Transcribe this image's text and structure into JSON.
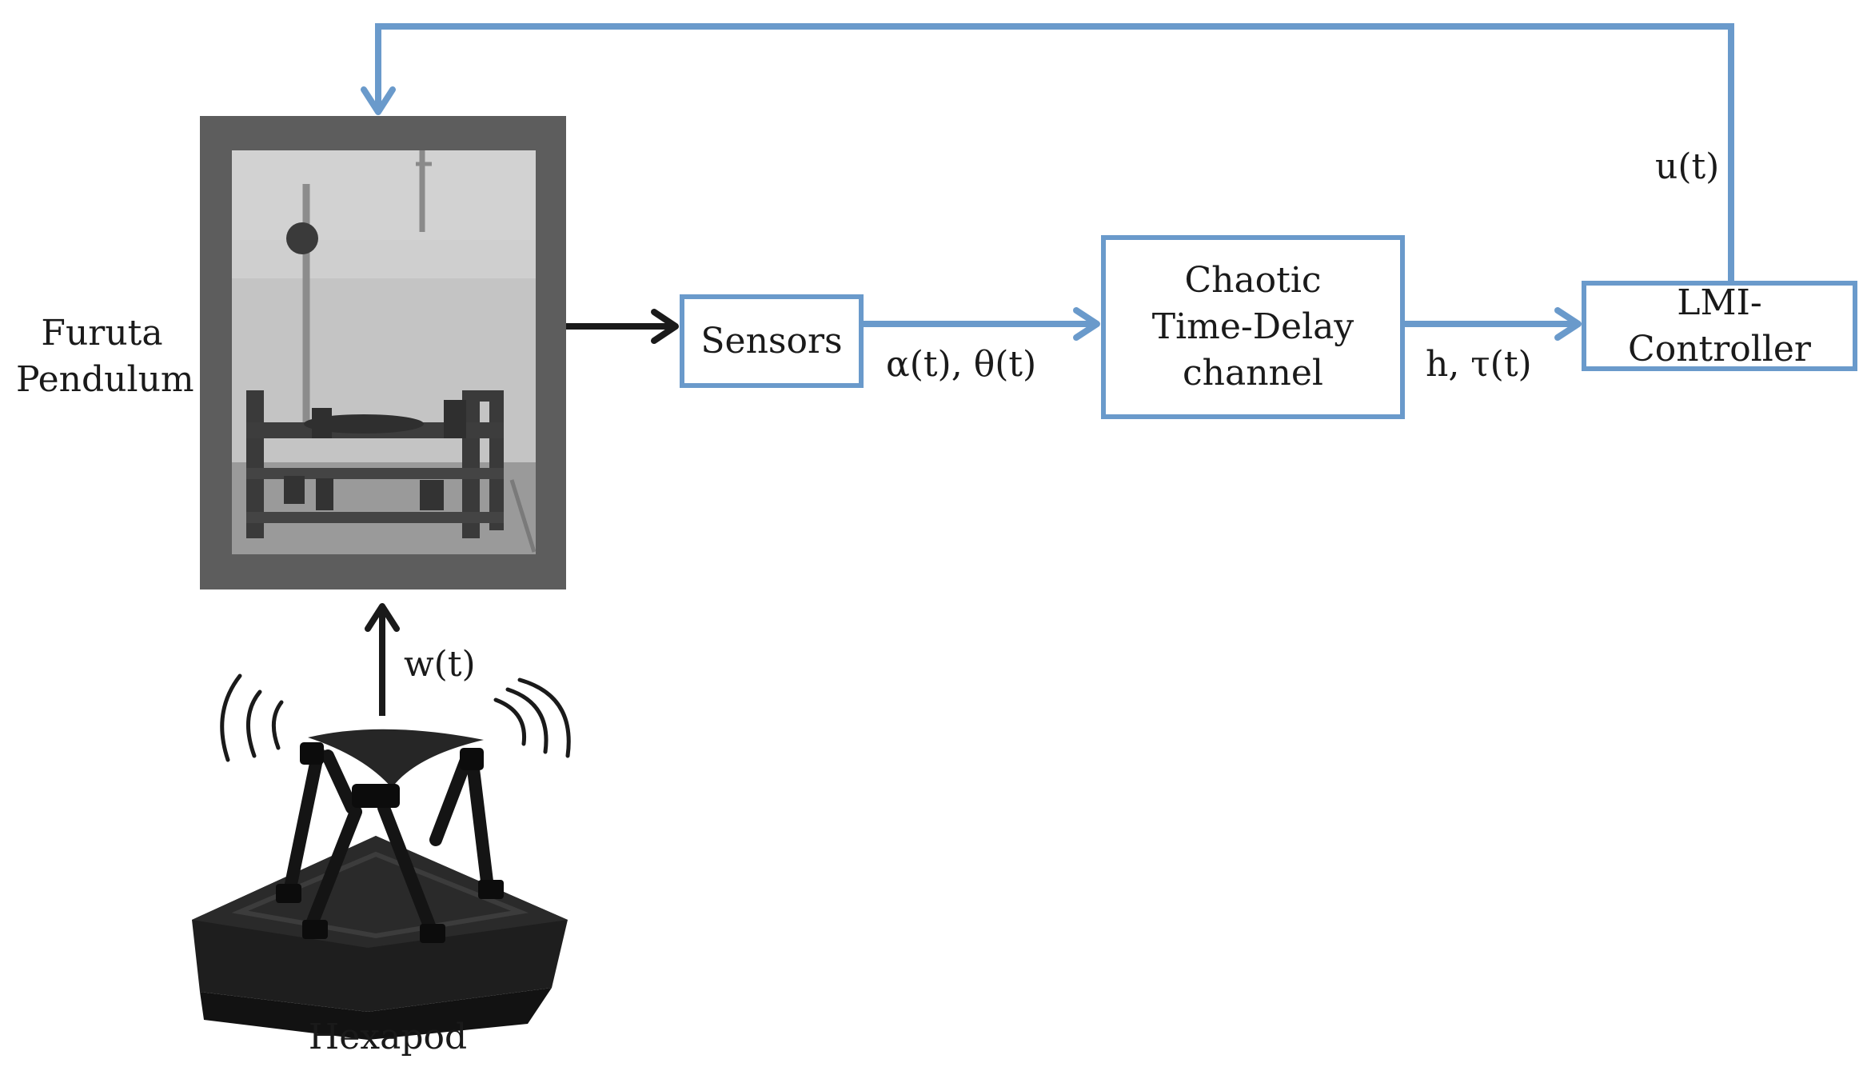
{
  "colors": {
    "flow_arrow": "#6a9acb",
    "physical_arrow": "#1a1a1a",
    "photo_frame": "#5d5d5d"
  },
  "plant": {
    "label_line1": "Furuta",
    "label_line2": "Pendulum",
    "photo": "furuta-pendulum-photo"
  },
  "disturbance": {
    "label": "w(t)",
    "device_label": "Hexapod",
    "device_picture": "hexapod-platform"
  },
  "blocks": {
    "sensors": "Sensors",
    "channel_line1": "Chaotic",
    "channel_line2": "Time-Delay",
    "channel_line3": "channel",
    "controller": "LMI-Controller"
  },
  "signals": {
    "measured": "α(t), θ(t)",
    "delay": "h, τ(t)",
    "control": "u(t)"
  }
}
